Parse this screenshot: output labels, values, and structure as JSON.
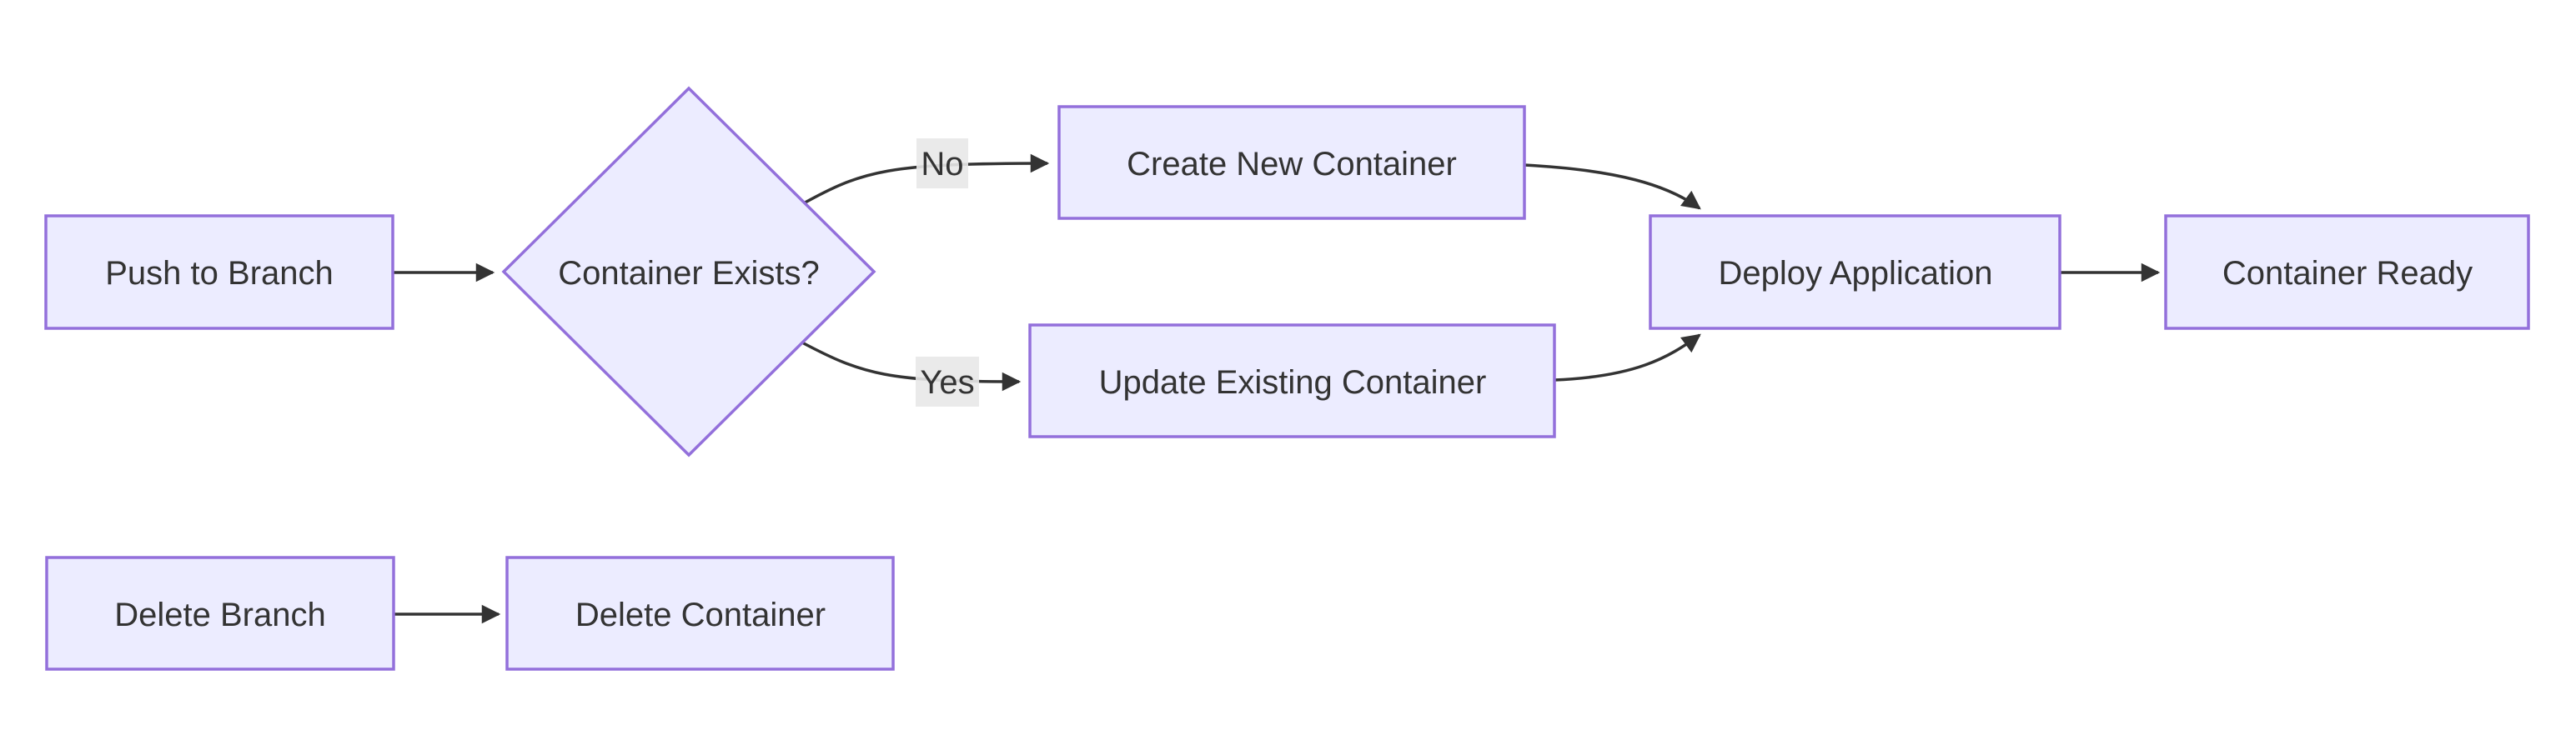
{
  "diagram": {
    "type": "flowchart",
    "direction": "LR",
    "nodes": [
      {
        "id": "push",
        "label": "Push to Branch",
        "shape": "rectangle"
      },
      {
        "id": "exists",
        "label": "Container Exists?",
        "shape": "diamond"
      },
      {
        "id": "create",
        "label": "Create New Container",
        "shape": "rectangle"
      },
      {
        "id": "update",
        "label": "Update Existing Container",
        "shape": "rectangle"
      },
      {
        "id": "deploy",
        "label": "Deploy Application",
        "shape": "rectangle"
      },
      {
        "id": "ready",
        "label": "Container Ready",
        "shape": "rectangle"
      },
      {
        "id": "delete_branch",
        "label": "Delete Branch",
        "shape": "rectangle"
      },
      {
        "id": "delete_container",
        "label": "Delete Container",
        "shape": "rectangle"
      }
    ],
    "edges": [
      {
        "from": "push",
        "to": "exists",
        "label": ""
      },
      {
        "from": "exists",
        "to": "create",
        "label": "No"
      },
      {
        "from": "exists",
        "to": "update",
        "label": "Yes"
      },
      {
        "from": "create",
        "to": "deploy",
        "label": ""
      },
      {
        "from": "update",
        "to": "deploy",
        "label": ""
      },
      {
        "from": "deploy",
        "to": "ready",
        "label": ""
      },
      {
        "from": "delete_branch",
        "to": "delete_container",
        "label": ""
      }
    ],
    "colors": {
      "node_fill": "#ECECFF",
      "node_border": "#9370DB",
      "text": "#333333",
      "edge": "#333333",
      "edge_label_bg": "#E8E8E8",
      "background": "#FFFFFF"
    }
  }
}
